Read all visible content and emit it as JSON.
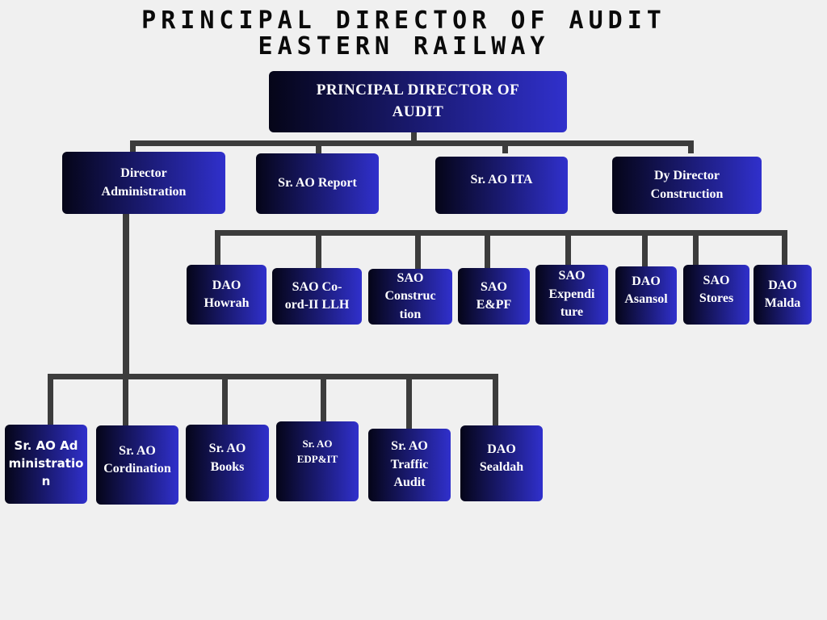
{
  "title": "PRINCIPAL DIRECTOR OF AUDIT EASTERN RAILWAY",
  "root": "PRINCIPAL DIRECTOR OF AUDIT",
  "level1": {
    "director_admin": "Director Administration",
    "sr_ao_report": "Sr. AO Report",
    "sr_ao_ita": "Sr. AO ITA",
    "dy_director_construction": "Dy Director Construction"
  },
  "construction_units": {
    "dao_howrah": "DAO Howrah",
    "sao_coord_llh": "SAO Co-ord-II LLH",
    "sao_construction": "SAO Construc tion",
    "sao_epf": "SAO E&PF",
    "sao_expenditure": "SAO Expendi ture",
    "dao_asansol": "DAO Asansol",
    "sao_stores": "SAO Stores",
    "dao_malda": "DAO Malda"
  },
  "admin_units": {
    "sr_ao_administration": "Sr. AO Administration",
    "sr_ao_cordination": "Sr. AO Cordination",
    "sr_ao_books": "Sr. AO Books",
    "sr_ao_edp_it": "Sr. AO EDP&IT",
    "sr_ao_traffic_audit": "Sr. AO Traffic Audit",
    "dao_sealdah": "DAO Sealdah"
  }
}
